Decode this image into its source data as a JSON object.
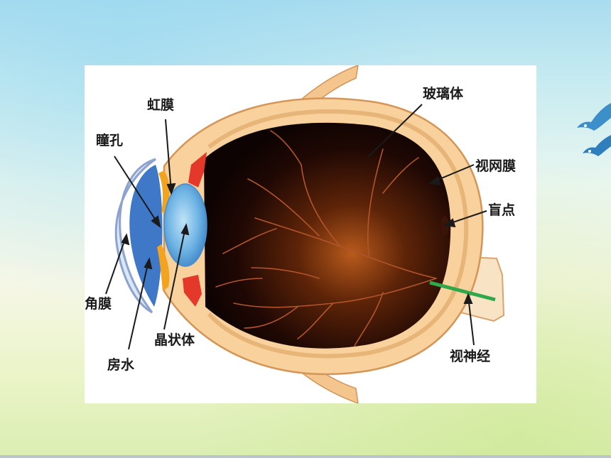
{
  "diagram": {
    "labels": {
      "iris": "虹膜",
      "pupil": "瞳孔",
      "vitreous": "玻璃体",
      "retina": "视网膜",
      "blind_spot": "盲点",
      "cornea": "角膜",
      "lens": "晶状体",
      "aqueous": "房水",
      "optic_nerve": "视神经"
    }
  }
}
